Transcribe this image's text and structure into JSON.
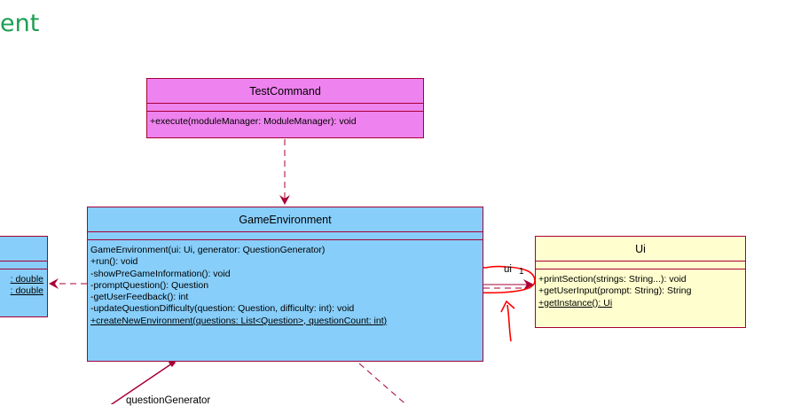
{
  "heading": "ent",
  "classes": {
    "test_command": {
      "name": "TestCommand",
      "methods": [
        "+execute(moduleManager: ModuleManager): void"
      ]
    },
    "game_environment": {
      "name": "GameEnvironment",
      "methods": [
        "GameEnvironment(ui: Ui, generator: QuestionGenerator)",
        "+run(): void",
        "-showPreGameInformation(): void",
        "-promptQuestion(): Question",
        "-getUserFeedback(): int",
        "-updateQuestionDifficulty(question: Question, difficulty: int): void",
        "+createNewEnvironment(questions: List<Question>, questionCount: int)"
      ]
    },
    "ui": {
      "name": "Ui",
      "methods": [
        "+printSection(strings: String...): void",
        "+getUserInput(prompt: String): String",
        "+getInstance(): Ui"
      ]
    },
    "left_partial": {
      "methods": [
        ": double",
        ": double"
      ]
    }
  },
  "relations": {
    "ui_role": "ui",
    "ui_multiplicity": "1",
    "generator_role": "questionGenerator"
  },
  "colors": {
    "heading": "#1e9e52",
    "border": "#a80036",
    "test_fill": "#ee82ee",
    "game_fill": "#87cefa",
    "ui_fill": "#fefece",
    "annotation": "#ff0000"
  }
}
